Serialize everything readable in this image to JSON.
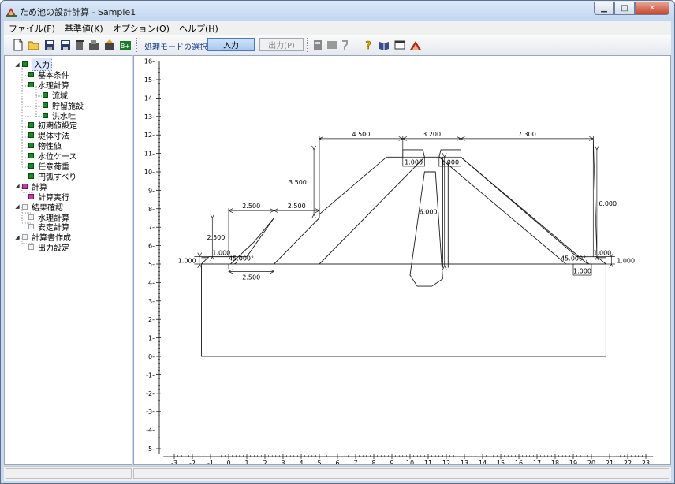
{
  "window": {
    "title": "ため池の設計計算 - Sample1"
  },
  "menu": [
    "ファイル(F)",
    "基準値(K)",
    "オプション(O)",
    "ヘルプ(H)"
  ],
  "toolbar": {
    "icons": [
      "new-file-icon",
      "open-folder-icon",
      "save-icon",
      "save-as-icon",
      "delete-icon",
      "settings-icon",
      "export-icon",
      "import-icon"
    ],
    "mode_label": "処理モードの選択",
    "input_button": "入力",
    "output_button": "出力(P)",
    "right_icons": [
      "calculator-icon",
      "grid-icon",
      "chart-icon",
      "help-icon",
      "book-icon",
      "window-icon",
      "app-icon"
    ]
  },
  "tree": [
    {
      "label": "入力",
      "level": 0,
      "check": "green",
      "expanded": true,
      "selected": true
    },
    {
      "label": "基本条件",
      "level": 1,
      "check": "green"
    },
    {
      "label": "水理計算",
      "level": 1,
      "check": "green",
      "expanded": true
    },
    {
      "label": "流域",
      "level": 2,
      "check": "green"
    },
    {
      "label": "貯留施設",
      "level": 2,
      "check": "green"
    },
    {
      "label": "洪水吐",
      "level": 2,
      "check": "green"
    },
    {
      "label": "初期値設定",
      "level": 1,
      "check": "green"
    },
    {
      "label": "堤体寸法",
      "level": 1,
      "check": "green"
    },
    {
      "label": "物性値",
      "level": 1,
      "check": "green"
    },
    {
      "label": "水位ケース",
      "level": 1,
      "check": "green"
    },
    {
      "label": "任意荷重",
      "level": 1,
      "check": "green"
    },
    {
      "label": "円弧すべり",
      "level": 1,
      "check": "green"
    },
    {
      "label": "計算",
      "level": 0,
      "check": "magenta",
      "expanded": true
    },
    {
      "label": "計算実行",
      "level": 1,
      "check": "magenta"
    },
    {
      "label": "結果確認",
      "level": 0,
      "check": "empty",
      "expanded": true
    },
    {
      "label": "水理計算",
      "level": 1,
      "check": "empty"
    },
    {
      "label": "安定計算",
      "level": 1,
      "check": "empty"
    },
    {
      "label": "計算書作成",
      "level": 0,
      "check": "empty",
      "expanded": true
    },
    {
      "label": "出力設定",
      "level": 1,
      "check": "empty"
    }
  ],
  "drawing": {
    "x_ticks": [
      -3,
      -2,
      -1,
      0,
      1,
      2,
      3,
      4,
      5,
      6,
      7,
      8,
      9,
      10,
      11,
      12,
      13,
      14,
      15,
      16,
      17,
      18,
      19,
      20,
      21,
      22,
      23
    ],
    "y_ticks": [
      -5,
      -4,
      -3,
      -2,
      -1,
      0,
      1,
      2,
      3,
      4,
      5,
      6,
      7,
      8,
      9,
      10,
      11,
      12,
      13,
      14,
      15,
      16
    ],
    "dims": {
      "top_left": "4.500",
      "top_center": "3.200",
      "top_right": "7.300",
      "crest_left": "1.000",
      "crest_right": "1.000",
      "height_left_upper": "3.500",
      "height_core": "6.000",
      "height_right": "6.000",
      "berm_width_a": "2.500",
      "berm_width_b": "2.500",
      "berm_height": "2.500",
      "toe_left_height": "1.000",
      "toe_left_height_inner": "1.000",
      "angle_left": "45.000°",
      "bottom_left": "2.500",
      "angle_right": "45.000°",
      "toe_right_height": "1.000",
      "toe_right_height_outer": "1.000",
      "bottom_right": "1.000"
    }
  }
}
